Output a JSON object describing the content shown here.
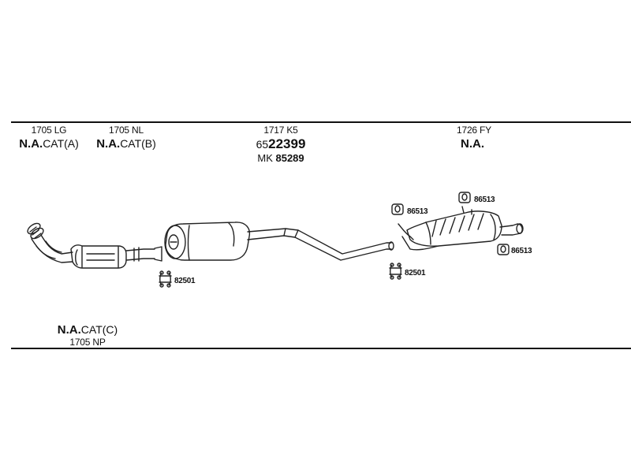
{
  "sections": [
    {
      "code": "1705 LG",
      "na": "N.A.",
      "cat": "CAT(A)"
    },
    {
      "code": "1705 NL",
      "na": "N.A.",
      "cat": "CAT(B)"
    },
    {
      "code": "1717 K5",
      "pn_prefix": "65",
      "pn_main": "22399",
      "mk_prefix": "MK",
      "mk_num": "85289"
    },
    {
      "code": "1726 FY",
      "na": "N.A."
    }
  ],
  "bottom": {
    "na": "N.A.",
    "cat": "CAT(C)",
    "code": "1705 NP"
  },
  "parts": {
    "clamp_left": "82501",
    "clamp_right": "82501",
    "hanger_top_left": "86513",
    "hanger_top_right": "86513",
    "hanger_bottom_right": "86513"
  }
}
